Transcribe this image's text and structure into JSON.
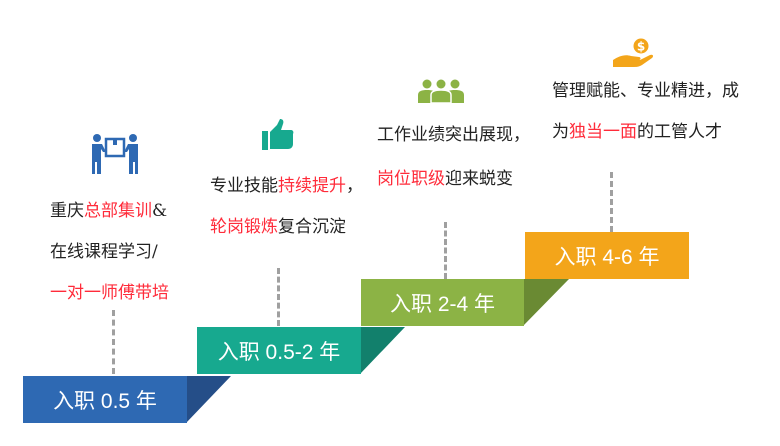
{
  "stages": [
    {
      "label": "入职 0.5 年",
      "icon": "people-carrying-box-icon",
      "color": "#2E69B3",
      "shade": "#254E88",
      "lines": [
        [
          {
            "t": "重庆",
            "hl": false
          },
          {
            "t": "总部集训",
            "hl": true
          },
          {
            "t": "&",
            "hl": false
          }
        ],
        [
          {
            "t": "在线课程学习/",
            "hl": false
          }
        ],
        [
          {
            "t": "一对一师傅带培",
            "hl": true
          }
        ]
      ]
    },
    {
      "label": "入职 0.5-2 年",
      "icon": "thumbs-up-icon",
      "color": "#17A98F",
      "shade": "#12806C",
      "lines": [
        [
          {
            "t": "专业技能",
            "hl": false
          },
          {
            "t": "持续提升",
            "hl": true
          },
          {
            "t": "，",
            "hl": false
          }
        ],
        [
          {
            "t": "轮岗锻炼",
            "hl": true
          },
          {
            "t": "复合沉淀",
            "hl": false
          }
        ]
      ]
    },
    {
      "label": "入职 2-4 年",
      "icon": "team-people-icon",
      "color": "#8CB345",
      "shade": "#6A8A33",
      "lines": [
        [
          {
            "t": "工作业绩突出展现，",
            "hl": false
          }
        ],
        [
          {
            "t": "岗位职级",
            "hl": true
          },
          {
            "t": "迎来蜕变",
            "hl": false
          }
        ]
      ]
    },
    {
      "label": "入职 4-6 年",
      "icon": "hand-dollar-icon",
      "color": "#F3A51A",
      "shade": null,
      "lines": [
        [
          {
            "t": "管理赋能、专业精进，成",
            "hl": false
          }
        ],
        [
          {
            "t": "为",
            "hl": false
          },
          {
            "t": "独当一面",
            "hl": true
          },
          {
            "t": "的工管人才",
            "hl": false
          }
        ]
      ]
    }
  ]
}
